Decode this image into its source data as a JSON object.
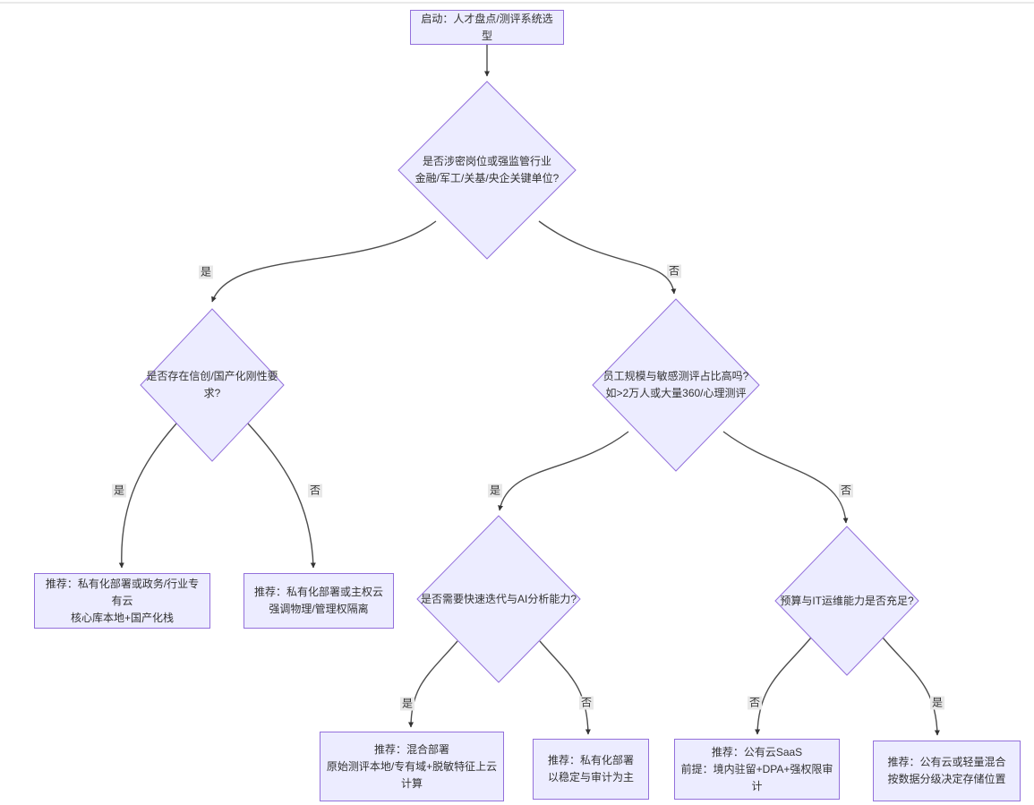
{
  "diagram": {
    "type": "flowchart-decision-tree",
    "colors": {
      "node_fill": "#ECECFF",
      "node_border": "#9370DB",
      "edge": "#4d4d4d",
      "edge_label_bg": "#e8e8e8",
      "text": "#333333"
    },
    "nodes": {
      "start": {
        "shape": "rect",
        "lines": [
          "启动：人才盘点/测评系统选型"
        ]
      },
      "q_regulated": {
        "shape": "diamond",
        "lines": [
          "是否涉密岗位或强监管行业",
          "金融/军工/关基/央企关键单位?"
        ]
      },
      "q_xinchuang": {
        "shape": "diamond",
        "lines": [
          "是否存在信创/国产化刚性要求?"
        ]
      },
      "q_scale": {
        "shape": "diamond",
        "lines": [
          "员工规模与敏感测评占比高吗?",
          "如>2万人或大量360/心理测评"
        ]
      },
      "q_ai": {
        "shape": "diamond",
        "lines": [
          "是否需要快速迭代与AI分析能力?"
        ]
      },
      "q_budget": {
        "shape": "diamond",
        "lines": [
          "预算与IT运维能力是否充足?"
        ]
      },
      "rec_private_gov": {
        "shape": "rect",
        "lines": [
          "推荐：私有化部署或政务/行业专有云",
          "核心库本地+国产化栈"
        ]
      },
      "rec_private_sovereign": {
        "shape": "rect",
        "lines": [
          "推荐：私有化部署或主权云",
          "强调物理/管理权隔离"
        ]
      },
      "rec_hybrid": {
        "shape": "rect",
        "lines": [
          "推荐：混合部署",
          "原始测评本地/专有域+脱敏特征上云",
          "计算"
        ]
      },
      "rec_private_stable": {
        "shape": "rect",
        "lines": [
          "推荐：私有化部署",
          "以稳定与审计为主"
        ]
      },
      "rec_saas": {
        "shape": "rect",
        "lines": [
          "推荐：公有云SaaS",
          "前提：境内驻留+DPA+强权限审计"
        ]
      },
      "rec_public_light": {
        "shape": "rect",
        "lines": [
          "推荐：公有云或轻量混合",
          "按数据分级决定存储位置"
        ]
      }
    },
    "edges": [
      {
        "from": "start",
        "to": "q_regulated",
        "label": ""
      },
      {
        "from": "q_regulated",
        "to": "q_xinchuang",
        "label": "是"
      },
      {
        "from": "q_regulated",
        "to": "q_scale",
        "label": "否"
      },
      {
        "from": "q_xinchuang",
        "to": "rec_private_gov",
        "label": "是"
      },
      {
        "from": "q_xinchuang",
        "to": "rec_private_sovereign",
        "label": "否"
      },
      {
        "from": "q_scale",
        "to": "q_ai",
        "label": "是"
      },
      {
        "from": "q_scale",
        "to": "q_budget",
        "label": "否"
      },
      {
        "from": "q_ai",
        "to": "rec_hybrid",
        "label": "是"
      },
      {
        "from": "q_ai",
        "to": "rec_private_stable",
        "label": "否"
      },
      {
        "from": "q_budget",
        "to": "rec_saas",
        "label": "否"
      },
      {
        "from": "q_budget",
        "to": "rec_public_light",
        "label": "是"
      }
    ]
  }
}
